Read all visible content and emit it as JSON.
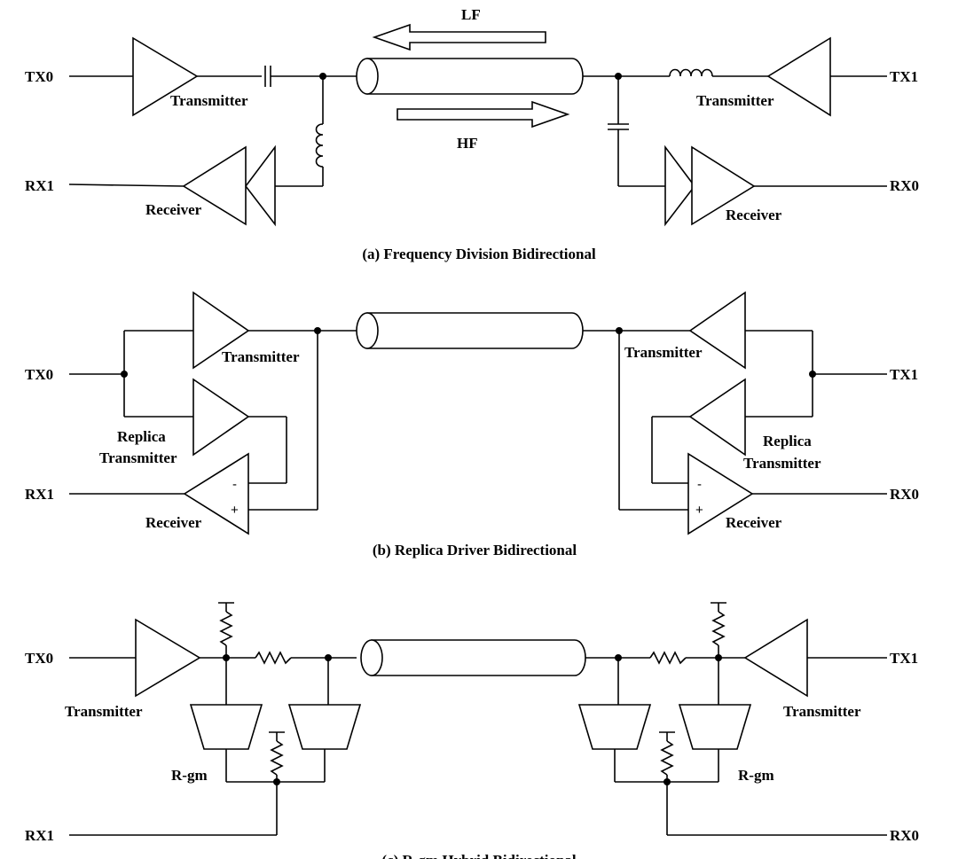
{
  "panel_a": {
    "caption": "(a) Frequency Division Bidirectional",
    "tx0": "TX0",
    "tx1": "TX1",
    "rx0": "RX0",
    "rx1": "RX1",
    "tx_left": "Transmitter",
    "tx_right": "Transmitter",
    "rx_left": "Receiver",
    "rx_right": "Receiver",
    "arrow_lf": "LF",
    "arrow_hf": "HF"
  },
  "panel_b": {
    "caption": "(b) Replica Driver Bidirectional",
    "tx0": "TX0",
    "tx1": "TX1",
    "rx0": "RX0",
    "rx1": "RX1",
    "tx_left": "Transmitter",
    "tx_right": "Transmitter",
    "replica_left_1": "Replica",
    "replica_left_2": "Transmitter",
    "replica_right_1": "Replica",
    "replica_right_2": "Transmitter",
    "rx_left": "Receiver",
    "rx_right": "Receiver",
    "minus": "-",
    "plus": "+"
  },
  "panel_c": {
    "caption": "(c) R-gm Hybrid Bidirectional",
    "tx0": "TX0",
    "tx1": "TX1",
    "rx0": "RX0",
    "rx1": "RX1",
    "tx_left": "Transmitter",
    "tx_right": "Transmitter",
    "rgm_left": "R-gm",
    "rgm_right": "R-gm"
  }
}
